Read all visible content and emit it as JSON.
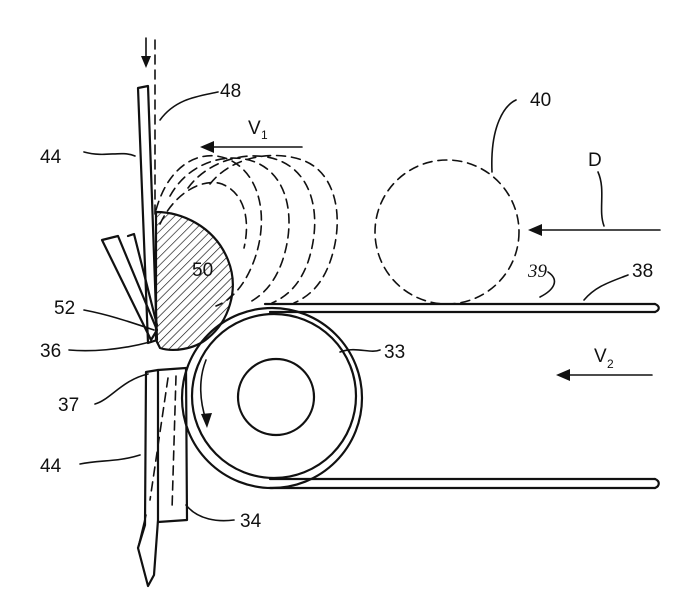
{
  "figure": {
    "labels": {
      "l48": "48",
      "l40": "40",
      "l44_top": "44",
      "lV1_main": "V",
      "lV1_sub": "1",
      "lD": "D",
      "l50": "50",
      "l39": "39",
      "l38": "38",
      "l52": "52",
      "l36": "36",
      "l33": "33",
      "lV2_main": "V",
      "lV2_sub": "2",
      "l37": "37",
      "l44_bottom": "44",
      "l34": "34"
    }
  }
}
